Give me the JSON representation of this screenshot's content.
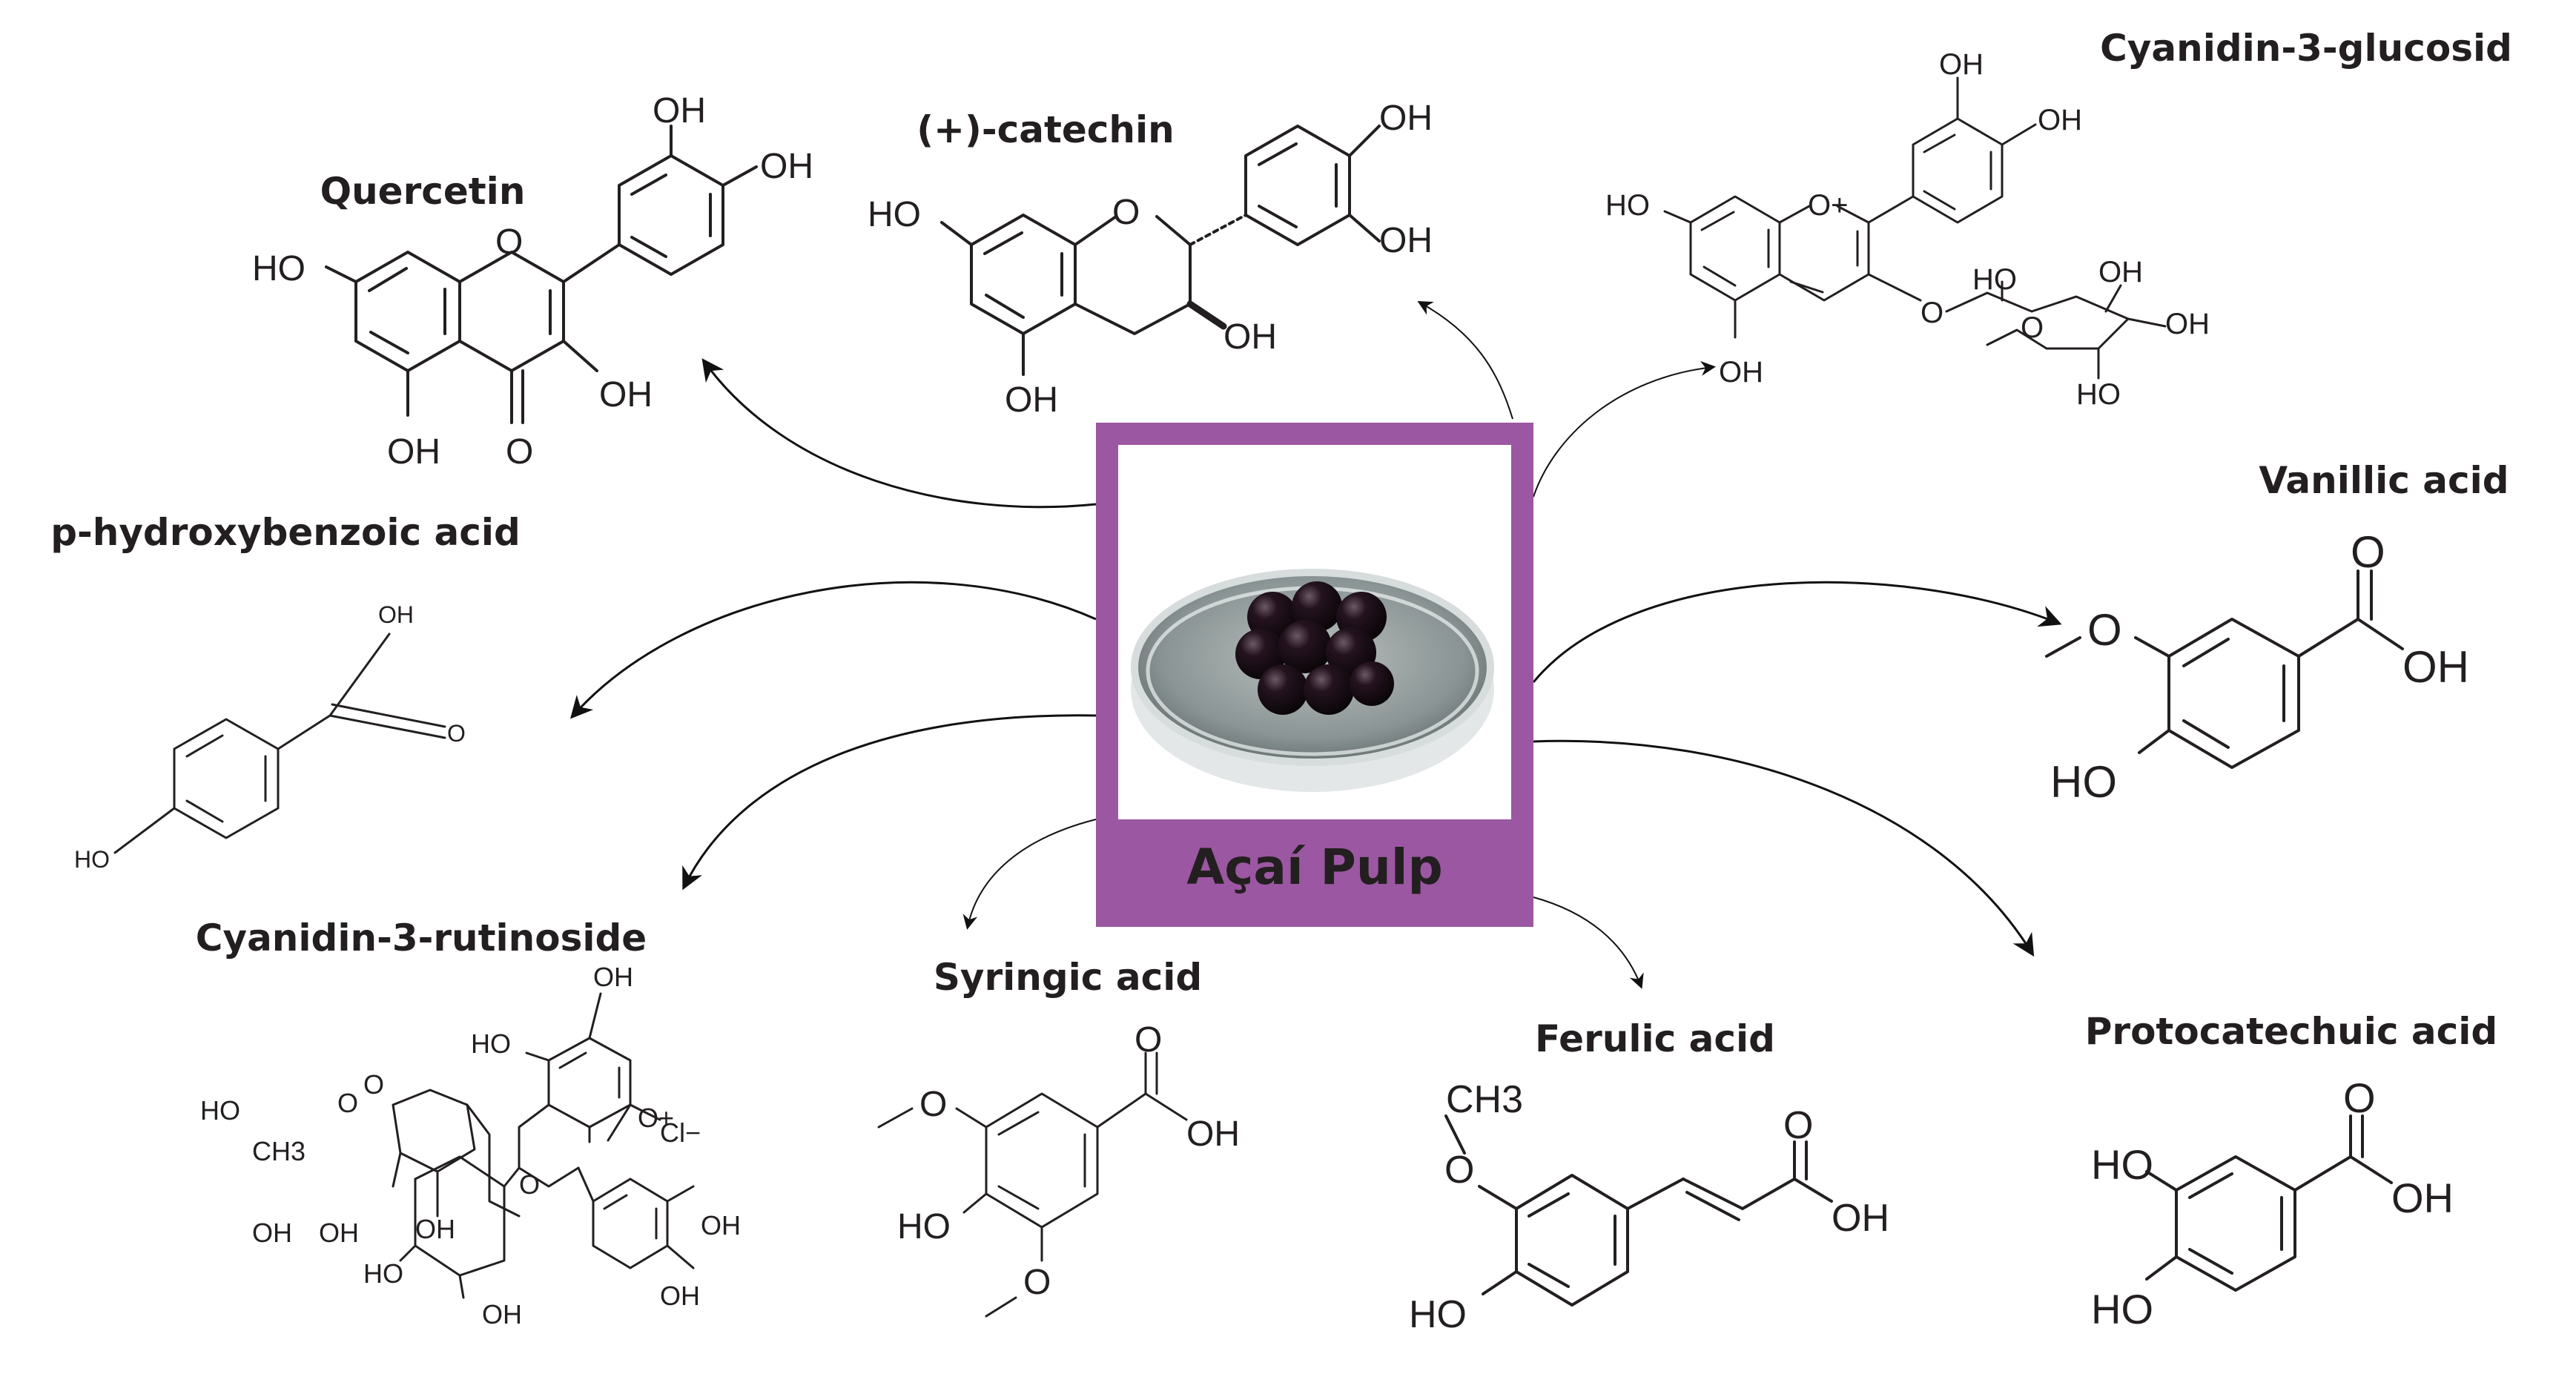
{
  "center": {
    "label": "Açaí Pulp",
    "colors": {
      "frame": "#9b57a1",
      "bowl": "#8e9797",
      "berry": "#1a0f18"
    }
  },
  "compounds": {
    "quercetin": {
      "name": "Quercetin",
      "atoms": [
        "HO",
        "O",
        "OH",
        "OH",
        "OH",
        "OH",
        "O"
      ]
    },
    "catechin": {
      "name": "(+)-catechin",
      "atoms": [
        "HO",
        "O",
        "OH",
        "OH",
        "OH",
        "OH"
      ]
    },
    "cyanidin_glucosid": {
      "name": "Cyanidin-3-glucosid",
      "atoms": [
        "HO",
        "O+",
        "OH",
        "OH",
        "OH",
        "O",
        "HO",
        "OH",
        "O",
        "OH",
        "HO"
      ]
    },
    "p_hydroxybenzoic": {
      "name": "p-hydroxybenzoic acid",
      "atoms": [
        "OH",
        "O",
        "HO"
      ]
    },
    "vanillic": {
      "name": "Vanillic acid",
      "atoms": [
        "O",
        "O",
        "OH",
        "HO"
      ]
    },
    "cyanidin_rutinoside": {
      "name": "Cyanidin-3-rutinoside",
      "atoms": [
        "OH",
        "HO",
        "O+",
        "Cl−",
        "O",
        "HO",
        "CH3",
        "O",
        "O",
        "OH",
        "OH",
        "OH",
        "HO",
        "OH",
        "OH",
        "OH"
      ]
    },
    "syringic": {
      "name": "Syringic acid",
      "atoms": [
        "O",
        "O",
        "OH",
        "HO",
        "O"
      ]
    },
    "ferulic": {
      "name": "Ferulic acid",
      "atoms": [
        "CH3",
        "O",
        "O",
        "OH",
        "HO"
      ]
    },
    "protocatechuic": {
      "name": "Protocatechuic acid",
      "atoms": [
        "O",
        "HO",
        "OH",
        "HO"
      ]
    }
  }
}
